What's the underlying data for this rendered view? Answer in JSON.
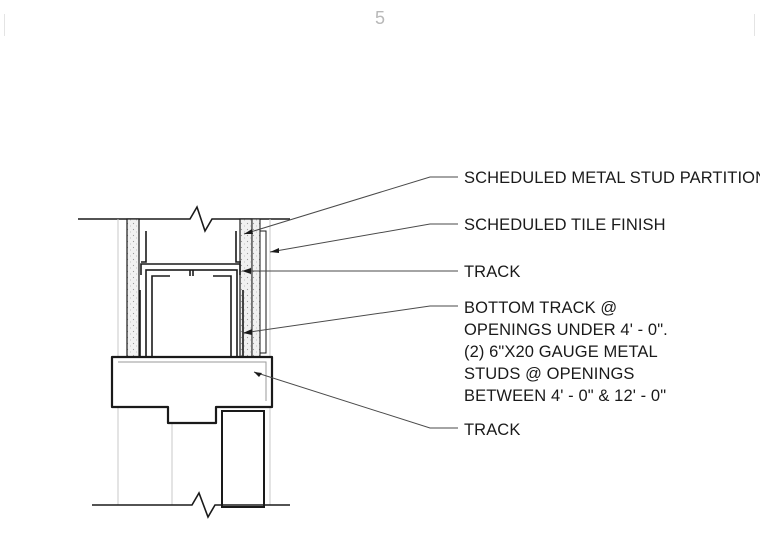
{
  "page": {
    "number": "5"
  },
  "callouts": [
    {
      "id": "partition",
      "lines": [
        "SCHEDULED METAL STUD PARTITION"
      ]
    },
    {
      "id": "tile",
      "lines": [
        "SCHEDULED TILE FINISH"
      ]
    },
    {
      "id": "track-top",
      "lines": [
        "TRACK"
      ]
    },
    {
      "id": "bottom-track",
      "lines": [
        "BOTTOM TRACK @",
        "OPENINGS UNDER 4' - 0\".",
        "(2) 6\"X20 GAUGE METAL",
        "STUDS @ OPENINGS",
        "BETWEEN 4' - 0\" & 12' - 0\""
      ]
    },
    {
      "id": "track-bottom",
      "lines": [
        "TRACK"
      ]
    }
  ],
  "colors": {
    "line": "#1a1a1a",
    "leader": "#4a4a4a",
    "fill_gypsum": "#efefef",
    "faint": "#cfcfcf"
  }
}
